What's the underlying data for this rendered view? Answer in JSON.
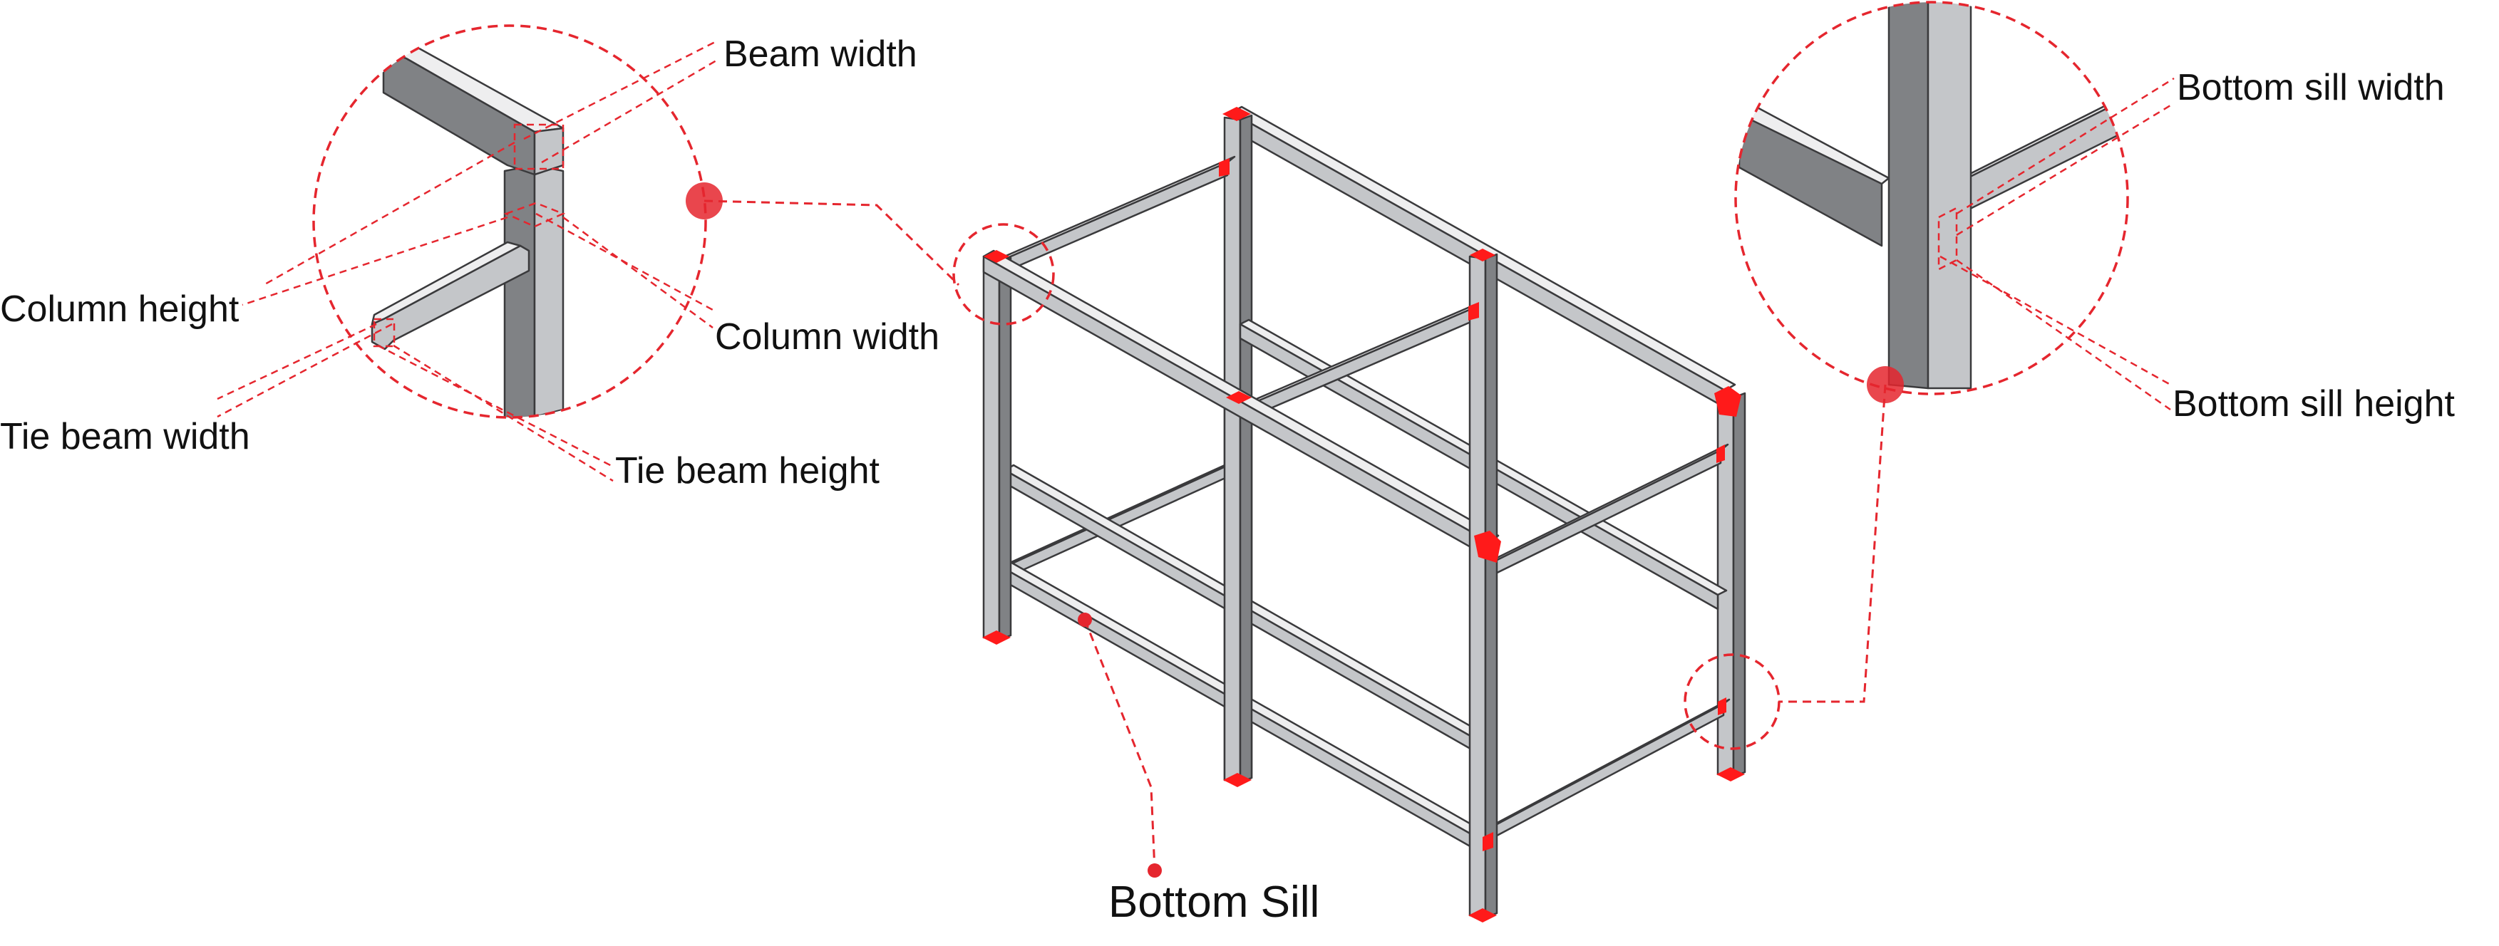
{
  "colors": {
    "accent": "#e5262e",
    "member_light": "#c4c6c9",
    "member_dark": "#808285",
    "member_top": "#eeeeef",
    "outline": "#3a3a3c"
  },
  "labels": {
    "beam_width": "Beam width",
    "column_height": "Column height",
    "column_width": "Column width",
    "tie_beam_width": "Tie beam width",
    "tie_beam_height": "Tie beam height",
    "bottom_sill_width": "Bottom sill width",
    "bottom_sill_height": "Bottom sill height",
    "bottom_sill": "Bottom Sill"
  }
}
